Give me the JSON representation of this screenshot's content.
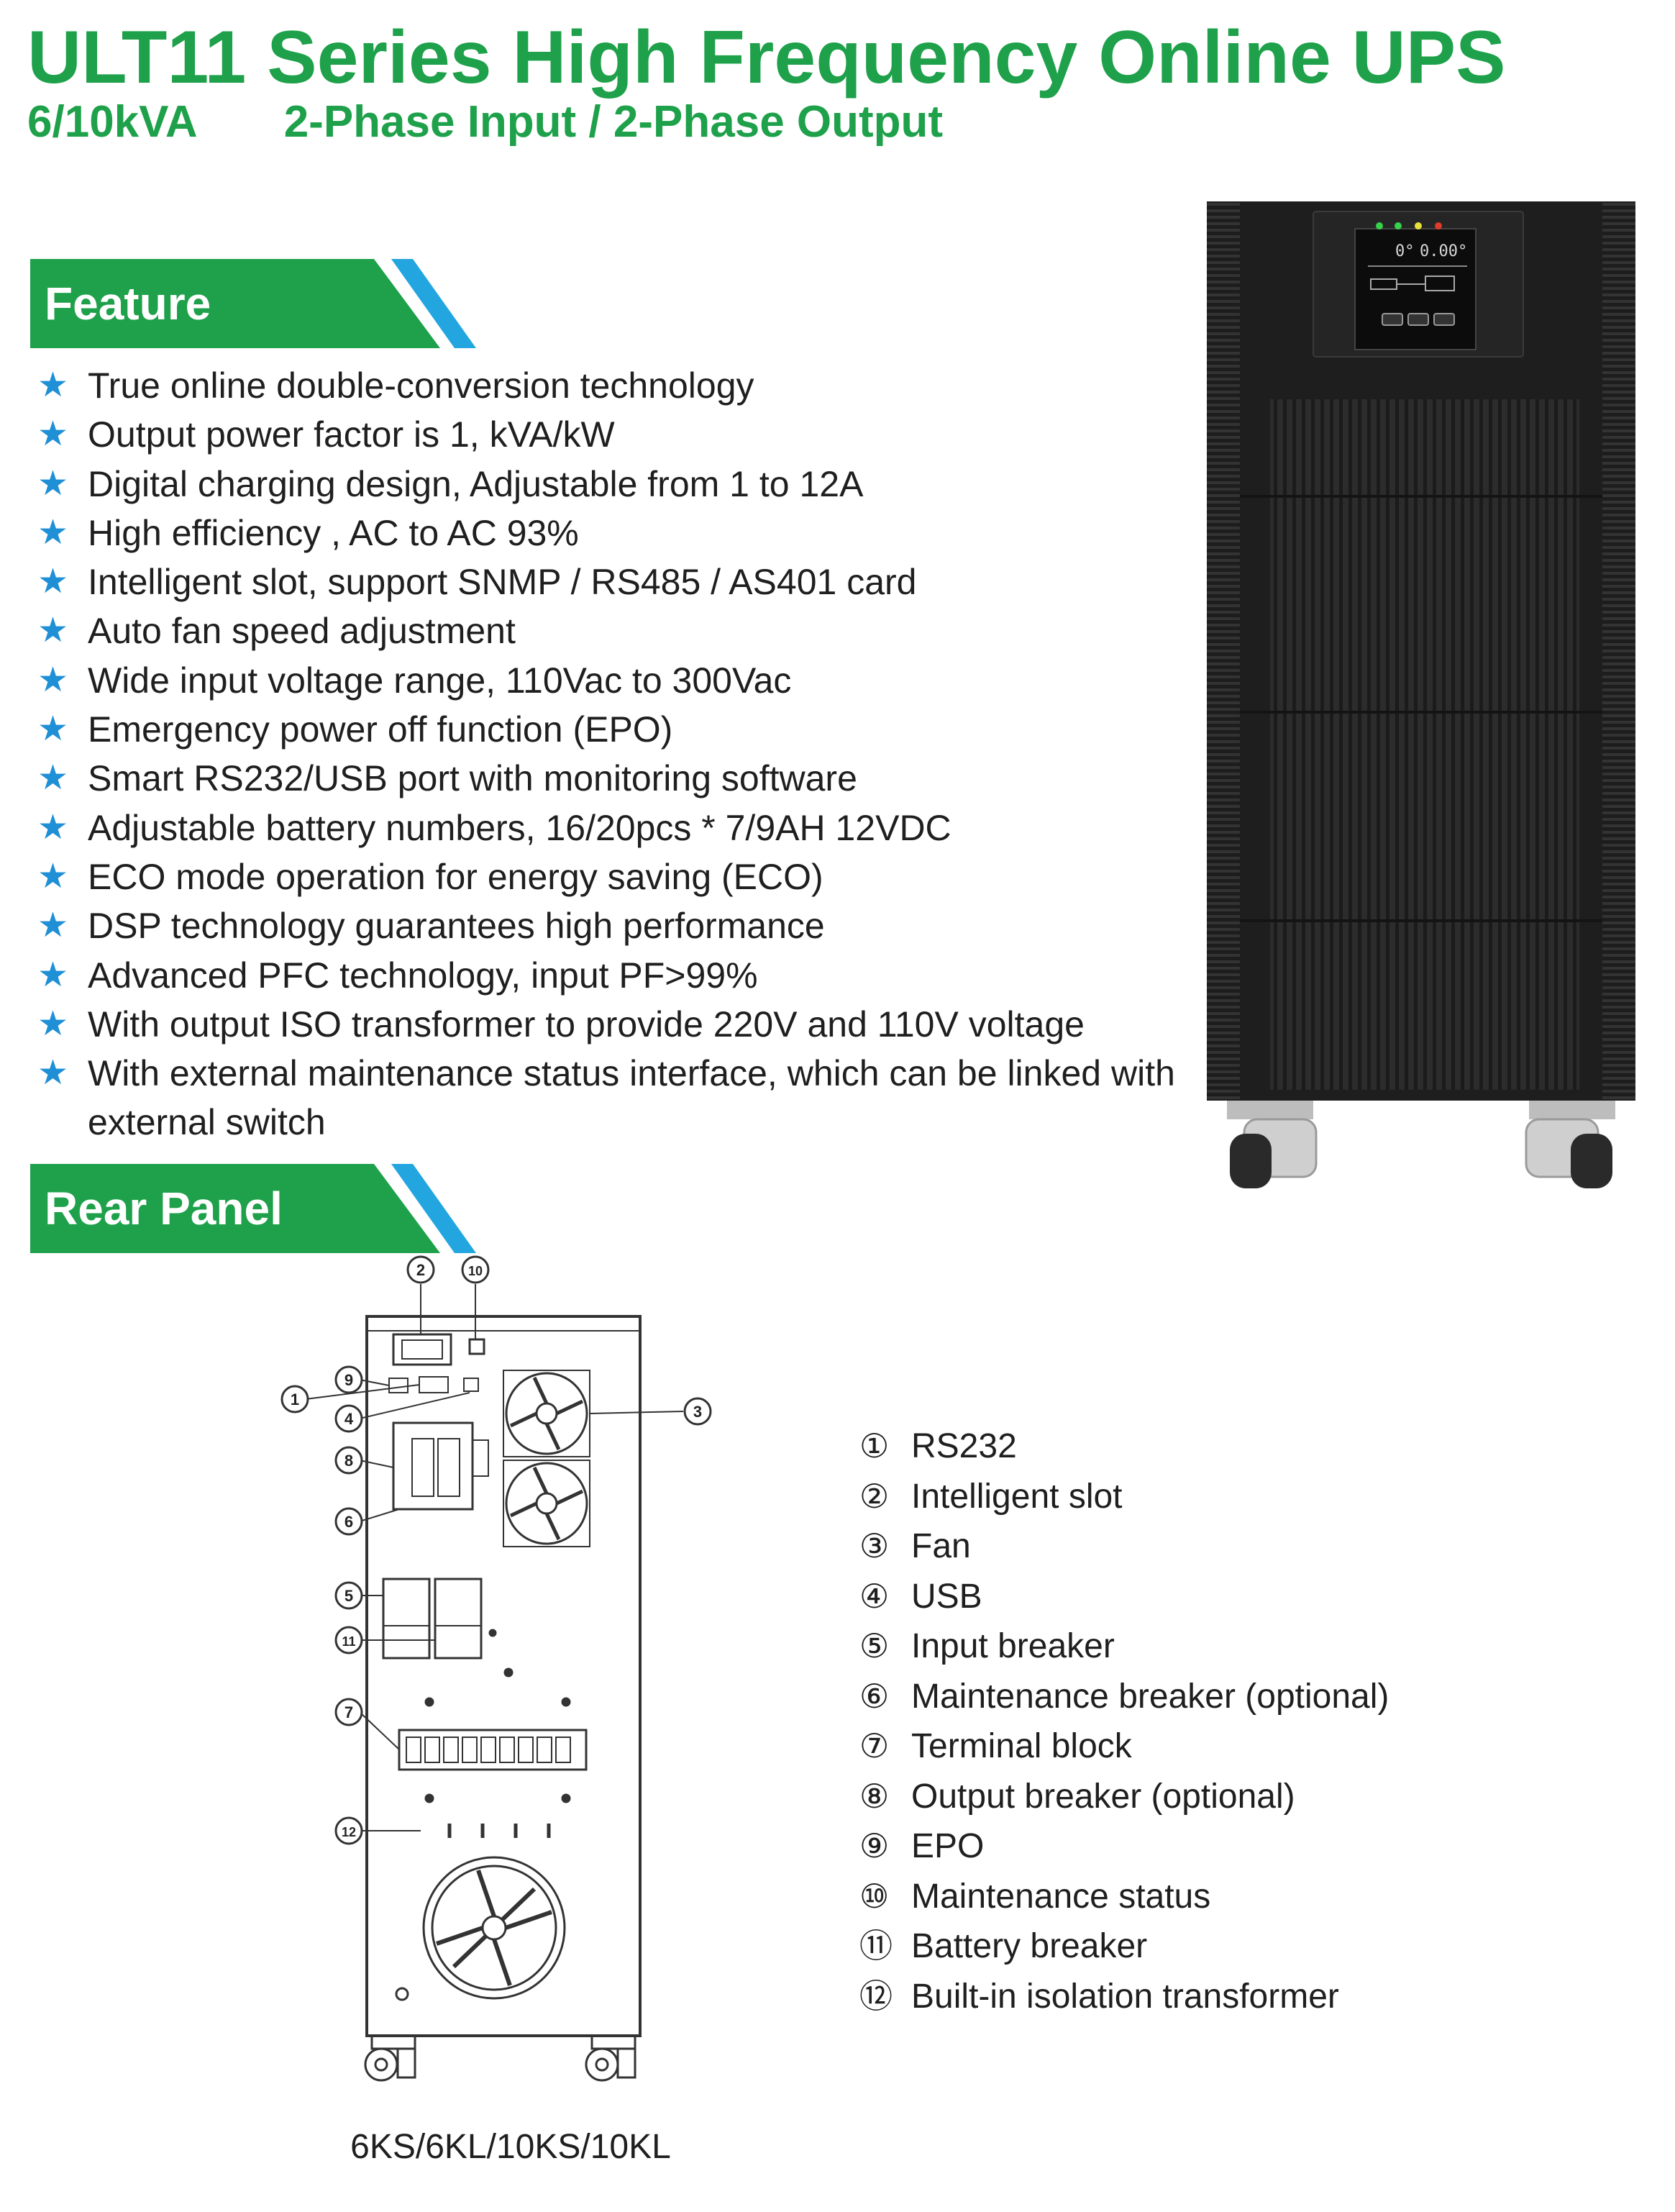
{
  "header": {
    "title": "ULT11 Series High Frequency Online UPS",
    "subtitle_rating": "6/10kVA",
    "subtitle_phase": "2-Phase Input / 2-Phase Output"
  },
  "feature_section": {
    "heading": "Feature",
    "items": [
      "True online double-conversion technology",
      "Output power factor is 1, kVA/kW",
      "Digital charging design, Adjustable from 1 to 12A",
      "High efficiency , AC to AC 93%",
      "Intelligent slot, support SNMP / RS485 / AS401 card",
      "Auto fan speed adjustment",
      "Wide input voltage range, 110Vac to 300Vac",
      "Emergency power off function (EPO)",
      "Smart RS232/USB port with monitoring software",
      "Adjustable battery numbers, 16/20pcs * 7/9AH 12VDC",
      "ECO mode operation for energy saving (ECO)",
      "DSP technology guarantees high performance",
      "Advanced PFC technology, input PF>99%",
      "With output ISO transformer to provide 220V and 110V voltage",
      "With external maintenance status interface, which can be linked with external switch"
    ]
  },
  "product_image": {
    "lcd_left": "0°",
    "lcd_right": "0.00°",
    "led_colors": [
      "#37d04a",
      "#e8e03a",
      "#f0c020",
      "#e03a2a"
    ]
  },
  "rear_panel": {
    "heading": "Rear Panel",
    "legend": [
      {
        "num": "①",
        "label": "RS232"
      },
      {
        "num": "②",
        "label": "Intelligent slot"
      },
      {
        "num": "③",
        "label": "Fan"
      },
      {
        "num": "④",
        "label": "USB"
      },
      {
        "num": "⑤",
        "label": "Input breaker"
      },
      {
        "num": "⑥",
        "label": "Maintenance breaker (optional)"
      },
      {
        "num": "⑦",
        "label": "Terminal block"
      },
      {
        "num": "⑧",
        "label": "Output breaker (optional)"
      },
      {
        "num": "⑨",
        "label": "EPO"
      },
      {
        "num": "⑩",
        "label": "Maintenance status"
      },
      {
        "num": "⑪",
        "label": "Battery breaker"
      },
      {
        "num": "⑫",
        "label": "Built-in isolation transformer"
      }
    ],
    "callouts": [
      "1",
      "2",
      "3",
      "4",
      "5",
      "6",
      "7",
      "8",
      "9",
      "10",
      "11",
      "12"
    ],
    "model_caption": "6KS/6KL/10KS/10KL"
  },
  "colors": {
    "brand_green": "#1ea14a",
    "accent_blue": "#23a6e0",
    "star_blue": "#1f8fd6"
  }
}
